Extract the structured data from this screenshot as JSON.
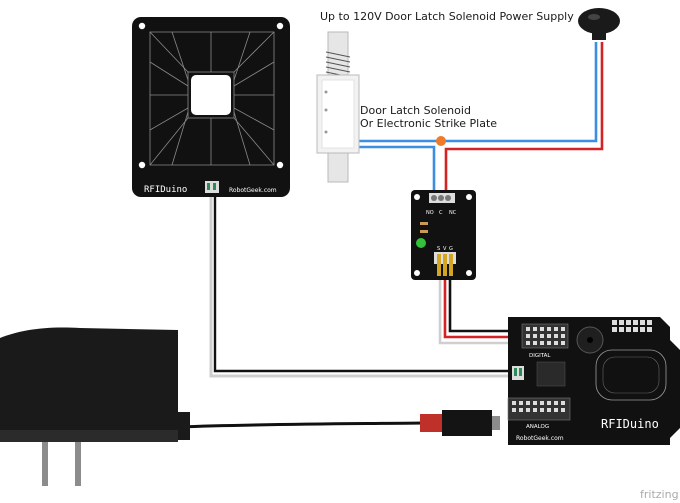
{
  "labels": {
    "power_supply": "Up to 120V Door Latch Solenoid Power Supply",
    "solenoid_line1": "Door Latch Solenoid",
    "solenoid_line2": "Or Electronic Strike Plate",
    "watermark": "fritzing"
  },
  "rfid_reader": {
    "name": "RFIDuino",
    "brand": "RobotGeek.com"
  },
  "relay": {
    "pin_labels": [
      "NO",
      "C",
      "NC"
    ],
    "bottom_labels": [
      "S",
      "V",
      "G"
    ]
  },
  "shield": {
    "name": "RFIDuino",
    "brand": "RobotGeek.com",
    "digital_label": "DIGITAL",
    "analog_label": "ANALOG"
  },
  "colors": {
    "board": "#111111",
    "wire_blue": "#3b8ee0",
    "wire_red": "#d42323",
    "wire_black": "#111111",
    "wire_white": "#cfcfcf",
    "junction": "#f07a2a",
    "relay_led": "#33c23a",
    "dc_plug": "#c0302a"
  },
  "icons": [
    "power-supply-icon",
    "solenoid-icon",
    "wall-adapter-icon",
    "dc-plug-icon"
  ]
}
